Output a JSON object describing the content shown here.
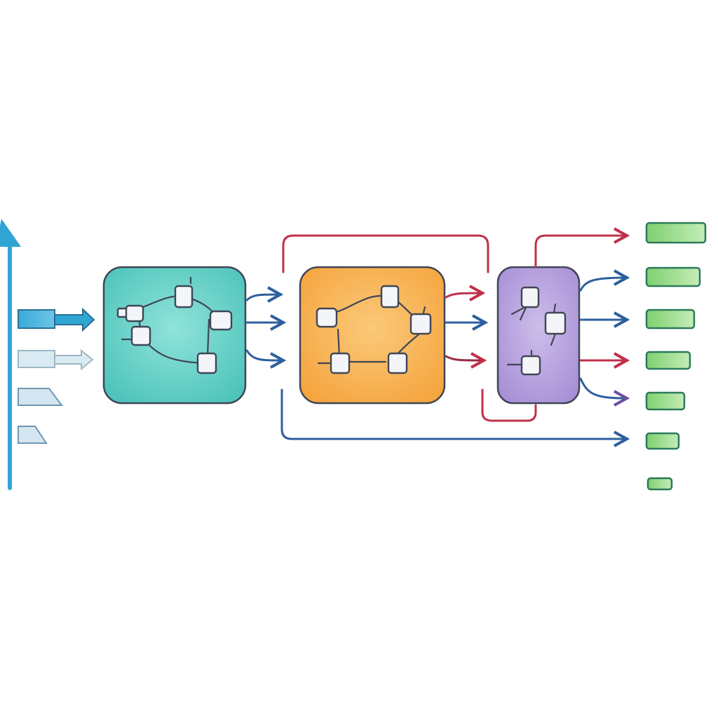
{
  "colors": {
    "background": "#ffffff",
    "input_blue": "#2fa5d3",
    "module_teal": "#5ccfc6",
    "module_orange": "#f7b04e",
    "module_purple": "#b8a3dc",
    "flow_blue": "#2d5f9e",
    "flow_red": "#c0304a",
    "output_green": "#8fd67e",
    "output_border": "#2b7a5a",
    "outline": "#3f4656"
  },
  "icons": {
    "input_axis": "up-arrow-icon",
    "node": "square-node-icon",
    "connector": "arrowhead-icon"
  },
  "diagram": {
    "inputs": [
      "bold-arrow",
      "faded-arrow",
      "parallelogram",
      "small-parallelogram"
    ],
    "modules": [
      "teal-network-module",
      "orange-network-module",
      "purple-network-module"
    ],
    "outputs": 7
  }
}
